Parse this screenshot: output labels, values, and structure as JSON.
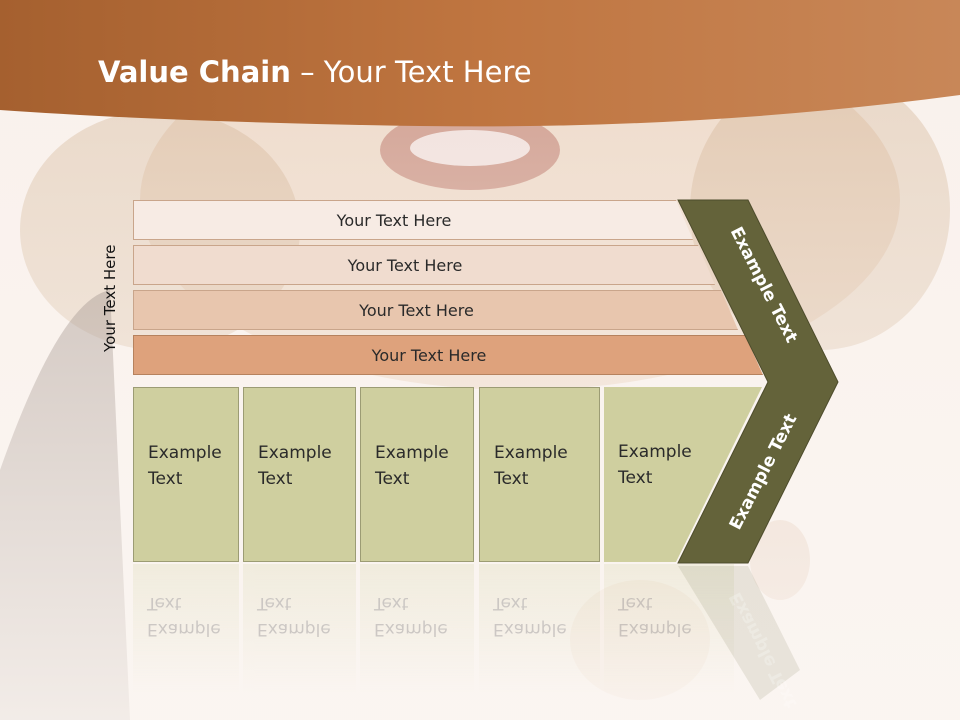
{
  "title": {
    "bold": "Value Chain",
    "rest": " – Your Text Here"
  },
  "side_label": "Your Text Here",
  "bars": [
    {
      "label": "Your Text Here",
      "color": "#f7ebe4"
    },
    {
      "label": "Your Text Here",
      "color": "#f0dccf"
    },
    {
      "label": "Your Text Here",
      "color": "#e8c6ae"
    },
    {
      "label": "Your Text Here",
      "color": "#dea27c"
    }
  ],
  "columns": [
    {
      "line1": "Example",
      "line2": "Text"
    },
    {
      "line1": "Example",
      "line2": "Text"
    },
    {
      "line1": "Example",
      "line2": "Text"
    },
    {
      "line1": "Example",
      "line2": "Text"
    },
    {
      "line1": "Example",
      "line2": "Text"
    }
  ],
  "chevron": {
    "top_text": "Example Text",
    "bottom_text": "Example Text",
    "color": "#64633a"
  },
  "colors": {
    "header": "#b8733f",
    "column_fill": "#cfcf9f"
  }
}
